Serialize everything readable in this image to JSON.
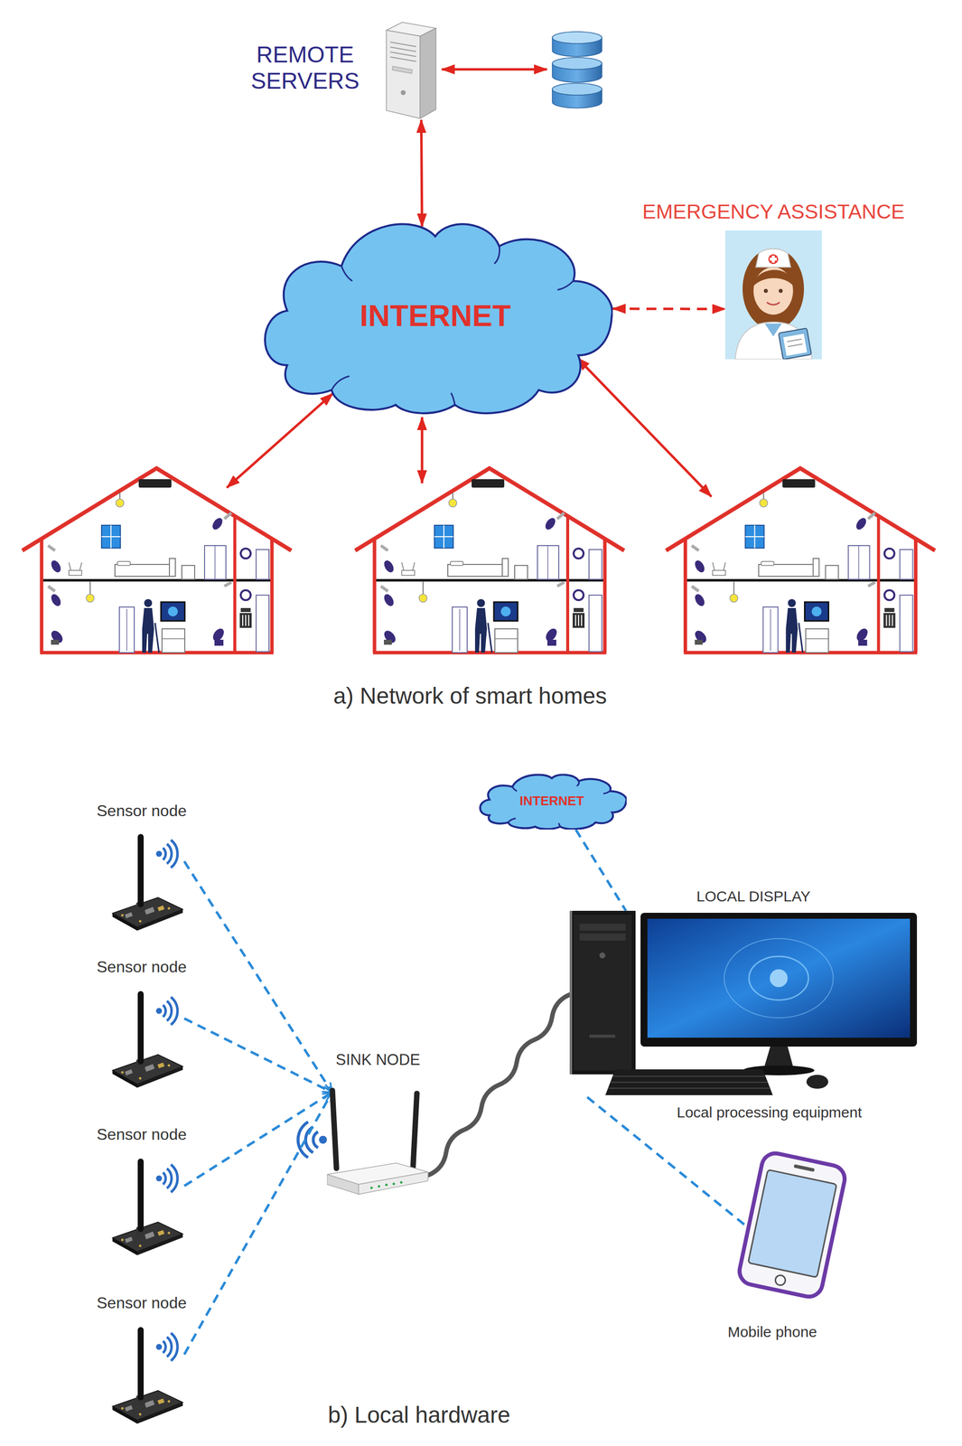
{
  "diagram": {
    "nodes": [
      {
        "text": [
          "REMOTE SERVERS"
        ]
      },
      {
        "text": [
          "INTERNET"
        ]
      },
      {
        "text": [
          "EMERGENCY ASSISTANCE"
        ]
      },
      {
        "text": [
          "INTERNET"
        ]
      },
      {
        "text": [
          "Sensor node"
        ]
      },
      {
        "text": [
          "Sensor node"
        ]
      },
      {
        "text": [
          "Sensor node"
        ]
      },
      {
        "text": [
          "Sensor node"
        ]
      },
      {
        "text": [
          "SINK NODE"
        ]
      },
      {
        "text": [
          "LOCAL DISPLAY",
          "Local processing equipment"
        ]
      },
      {
        "text": [
          "Mobile phone"
        ]
      }
    ],
    "edges": [
      {
        "from": 0,
        "to": 1,
        "arrow": "both"
      },
      {
        "from": 1,
        "to": 2,
        "arrow": "both"
      },
      {
        "from": 4,
        "to": 8,
        "arrow": "to"
      },
      {
        "from": 5,
        "to": 8,
        "arrow": "to"
      },
      {
        "from": 6,
        "to": 8,
        "arrow": "to"
      },
      {
        "from": 7,
        "to": 8,
        "arrow": "to"
      },
      {
        "from": 8,
        "to": 9,
        "arrow": "none"
      },
      {
        "from": 3,
        "to": 9,
        "arrow": "none"
      },
      {
        "from": 9,
        "to": 10,
        "arrow": "none"
      }
    ],
    "labels": [
      "a) Network of smart homes",
      "b) Local hardware"
    ]
  }
}
